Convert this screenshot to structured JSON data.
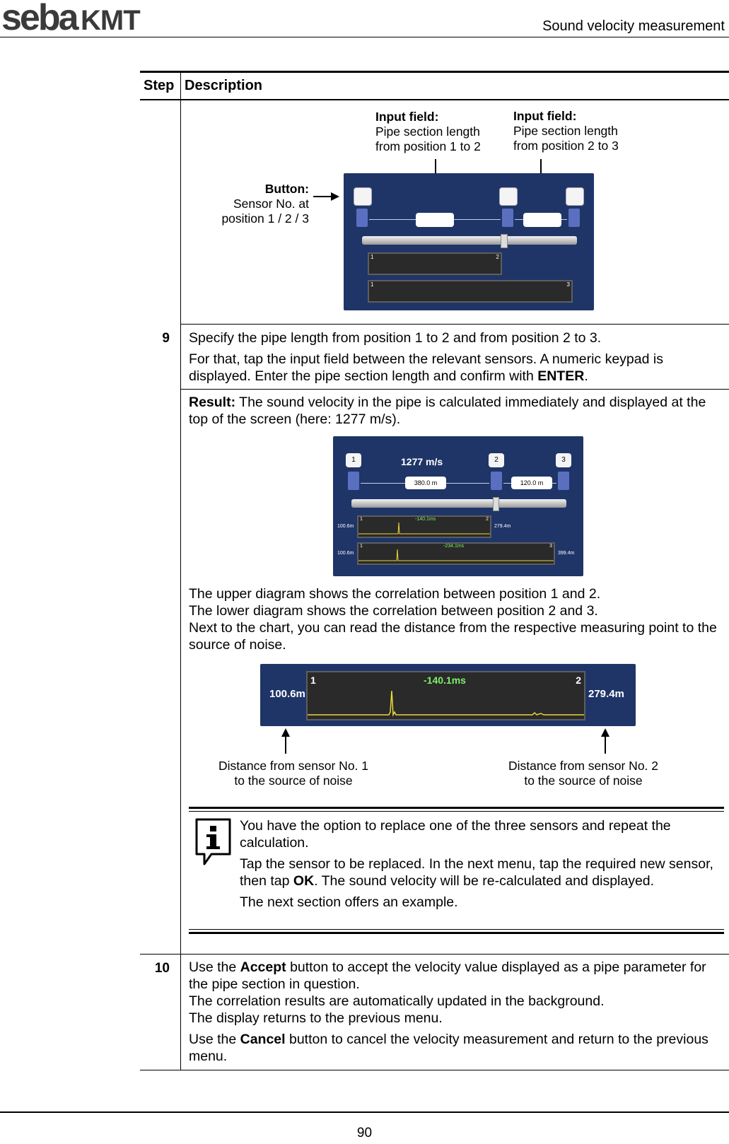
{
  "header": {
    "logo_text": "sebaKMT",
    "section_title": "Sound velocity measurement"
  },
  "table": {
    "col_step": "Step",
    "col_description": "Description"
  },
  "figure1": {
    "label_input1_title": "Input field:",
    "label_input1_line1": "Pipe section length",
    "label_input1_line2": "from position 1 to 2",
    "label_input2_title": "Input field:",
    "label_input2_line1": "Pipe section length",
    "label_input2_line2": "from position 2 to 3",
    "label_button_title": "Button:",
    "label_button_line1": "Sensor No. at",
    "label_button_line2": "position 1 / 2 / 3",
    "chart1_left": "1",
    "chart1_right": "2",
    "chart2_left": "1",
    "chart2_right": "3"
  },
  "step9": {
    "number": "9",
    "line1": "Specify the pipe length from position 1 to 2 and from position 2 to 3.",
    "line2": "For that, tap the input field between the relevant sensors. A numeric keypad is displayed. Enter the pipe section length and confirm with ",
    "line2_bold": "ENTER",
    "line2_end": ".",
    "result_bold": "Result:",
    "result_text": " The sound velocity in the pipe is calculated immediately and displayed at the top of the screen (here: 1277 m/s)."
  },
  "figure2": {
    "velocity": "1277 m/s",
    "sensor1": "1",
    "sensor2": "2",
    "sensor3": "3",
    "length1": "380.0 m",
    "length2": "120.0 m",
    "c1_dist_left": "100.6m",
    "c1_dist_right": "279.4m",
    "c1_time": "-140.1ms",
    "c1_left": "1",
    "c1_right": "2",
    "c2_dist_left": "100.6m",
    "c2_dist_right": "399.4m",
    "c2_time": "-234.1ms",
    "c2_left": "1",
    "c2_right": "3"
  },
  "explain": {
    "l1": "The upper diagram shows the correlation between position 1 and 2.",
    "l2": "The lower diagram shows the correlation between position 2 and 3.",
    "l3": "Next to the chart, you can read the distance from the respective measuring point to the source of noise."
  },
  "figure3": {
    "dist_left": "100.6m",
    "dist_right": "279.4m",
    "time": "-140.1ms",
    "num_left": "1",
    "num_right": "2",
    "label_left_l1": "Distance from sensor No. 1",
    "label_left_l2": "to the source of noise",
    "label_right_l1": "Distance from sensor No. 2",
    "label_right_l2": "to the source of noise"
  },
  "info": {
    "p1": "You have the option to replace one of the three sensors and repeat the calculation.",
    "p2_a": "Tap the sensor to be replaced. In the next menu, tap the required new sensor, then tap ",
    "p2_bold": "OK",
    "p2_b": ". The sound velocity will be re-calculated and displayed.",
    "p3": "The next section offers an example."
  },
  "step10": {
    "number": "10",
    "a1": "Use the ",
    "a_bold": "Accept",
    "a2": " button to accept the velocity value displayed as a pipe parameter for the pipe section in question.",
    "b": "The correlation results are automatically updated in the background.",
    "c": "The display returns to the previous menu.",
    "d1": "Use the ",
    "d_bold": "Cancel",
    "d2": " button to cancel the velocity measurement and return to the previous menu."
  },
  "footer": {
    "page_number": "90"
  }
}
